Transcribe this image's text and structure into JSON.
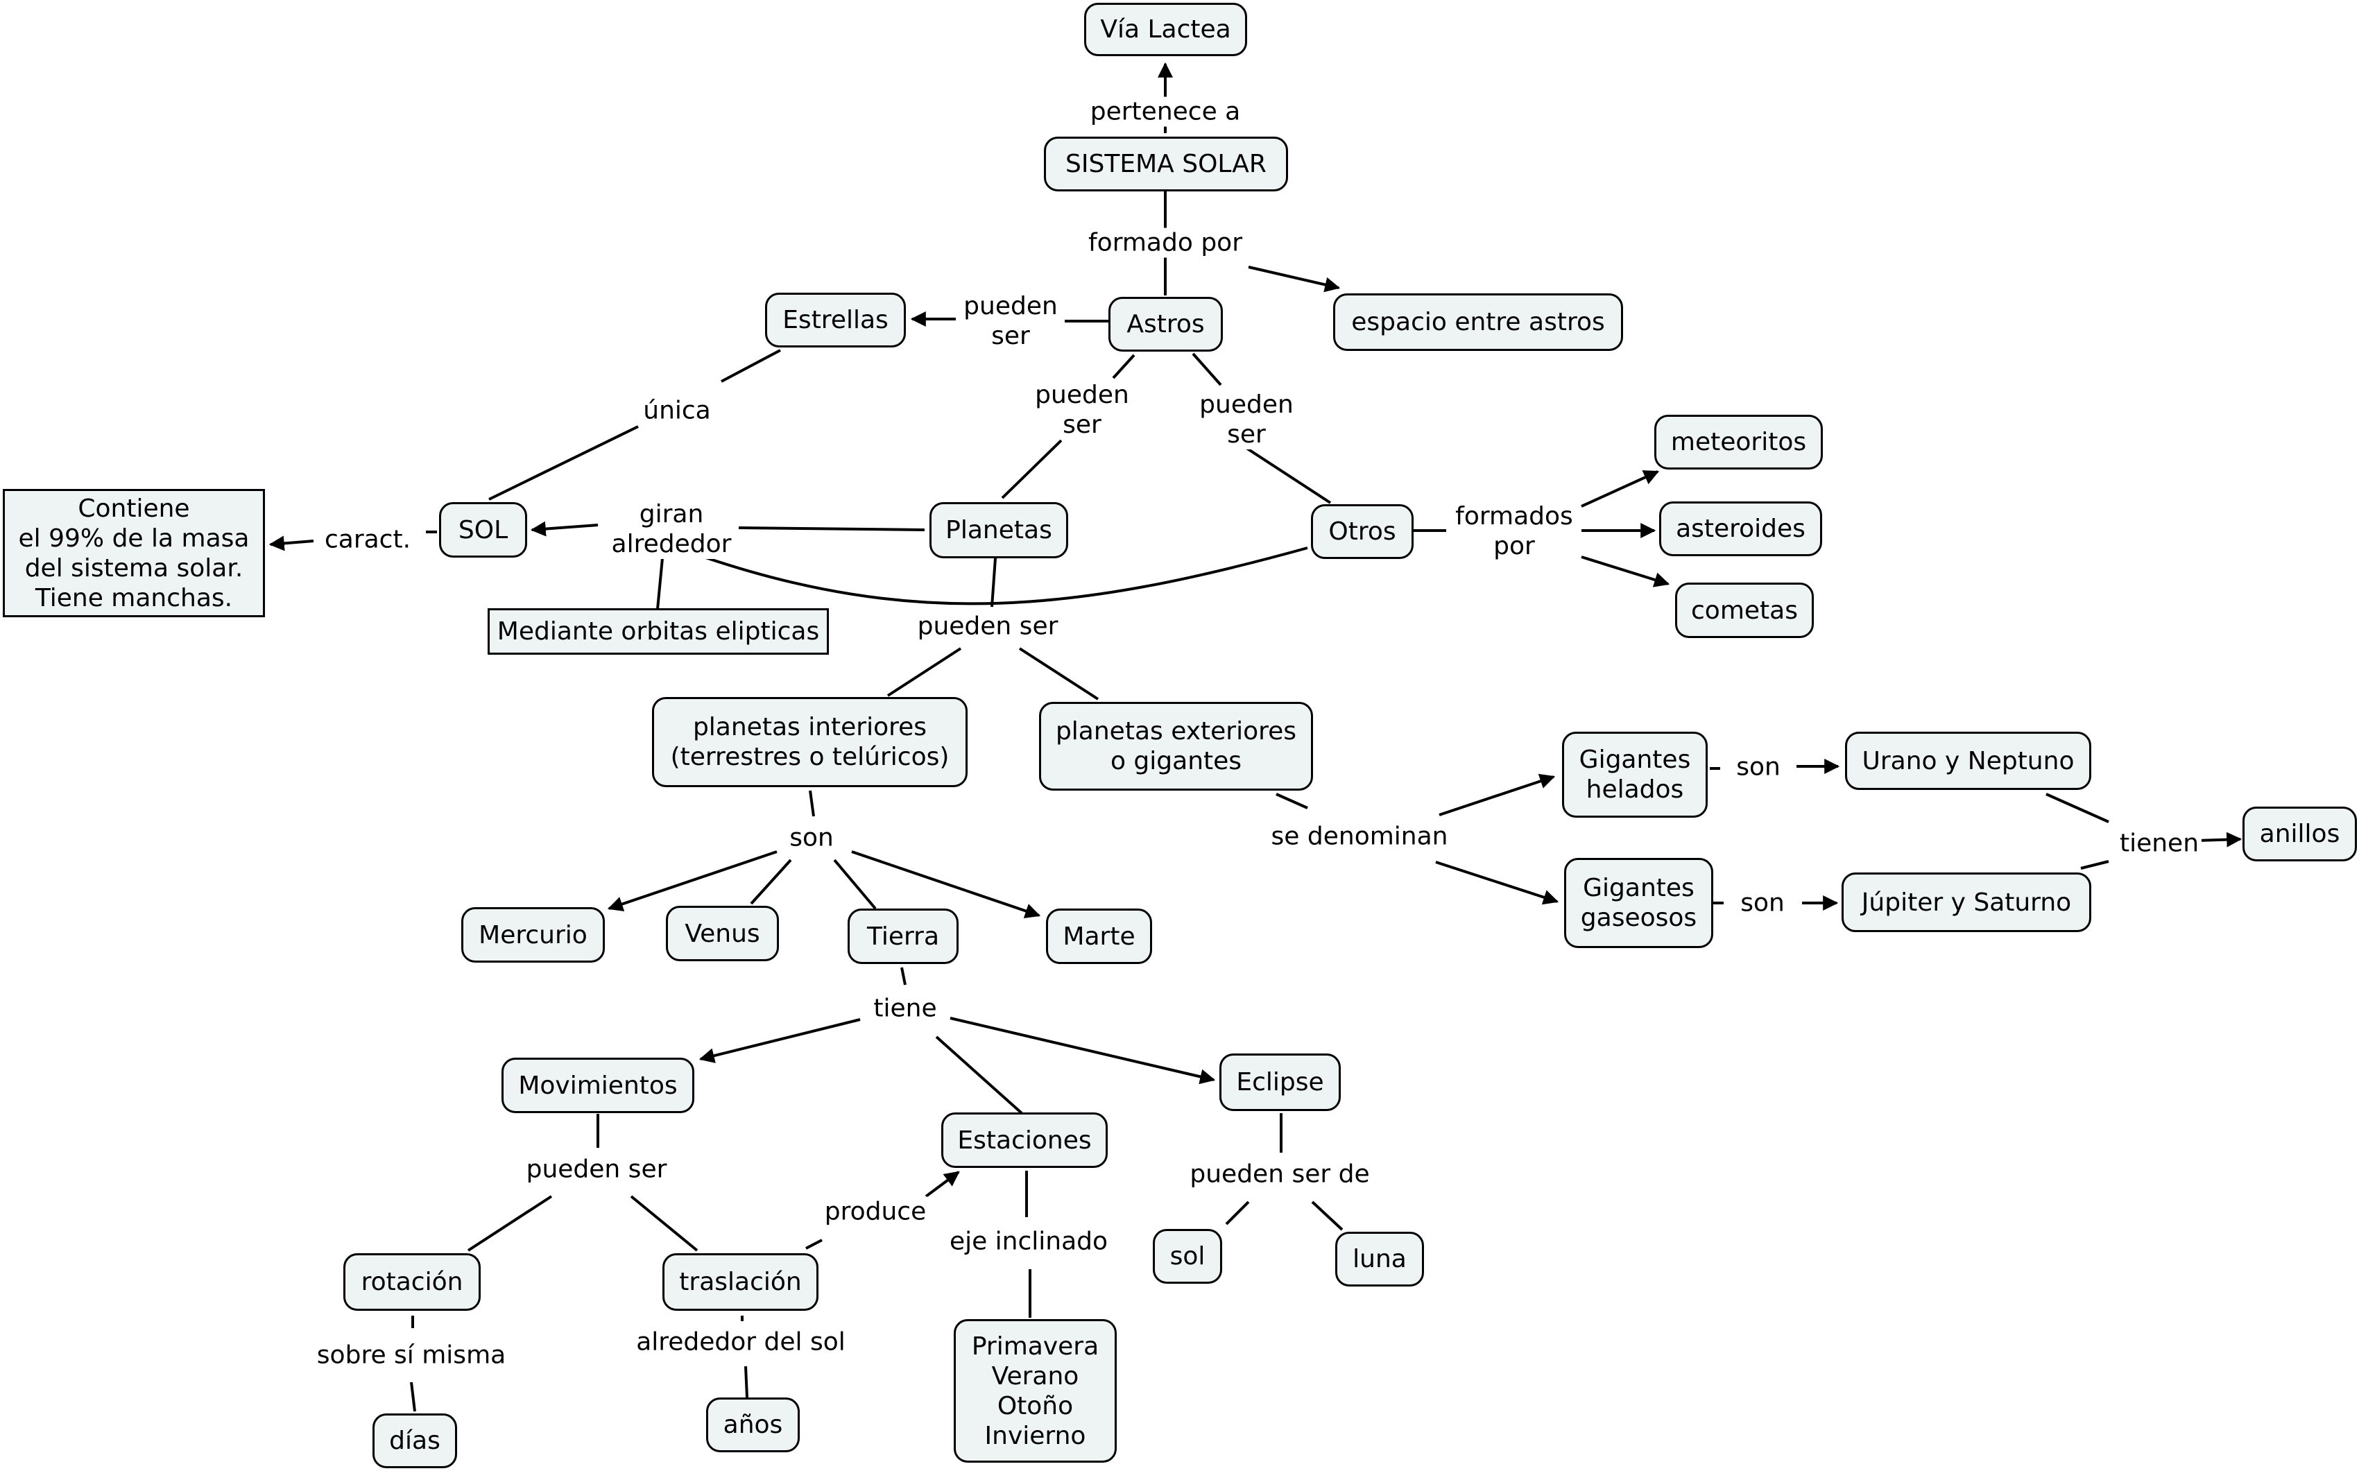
{
  "nodes": {
    "via_lactea": "Vía Lactea",
    "sistema_solar": "SISTEMA SOLAR",
    "astros": "Astros",
    "espacio": "espacio entre astros",
    "estrellas": "Estrellas",
    "sol": "SOL",
    "contiene": "Contiene\nel 99%  de la masa\n del sistema solar.\nTiene manchas.",
    "orbitas": "Mediante orbitas elipticas",
    "planetas": "Planetas",
    "otros": "Otros",
    "meteoritos": "meteoritos",
    "asteroides": "asteroides",
    "cometas": "cometas",
    "interiores": "planetas interiores\n(terrestres o telúricos)",
    "exteriores": "planetas exteriores\no gigantes",
    "gig_helados": "Gigantes\n helados",
    "gig_gaseosos": "Gigantes\ngaseosos",
    "urano": "Urano y Neptuno",
    "jupiter": "Júpiter y Saturno",
    "anillos": "anillos",
    "mercurio": "Mercurio",
    "venus": "Venus",
    "tierra": "Tierra",
    "marte": "Marte",
    "movimientos": "Movimientos",
    "estaciones": "Estaciones",
    "eclipse": "Eclipse",
    "rotacion": "rotación",
    "traslacion": "traslación",
    "dias": "días",
    "anos": "años",
    "estaciones_lista": "Primavera\nVerano\nOtoño\nInvierno",
    "sol2": "sol",
    "luna": "luna"
  },
  "links": {
    "pertenece": "pertenece a",
    "formado": "formado por",
    "pueden_estrellas": "pueden\nser",
    "unica": "única",
    "caract": "caract.",
    "giran": "giran\nalrededor",
    "pueden_planetas": "pueden\nser",
    "pueden_otros": "pueden\nser",
    "formados": "formados\npor",
    "pueden_ser": "pueden ser",
    "son_interiores": "son",
    "se_denominan": "se denominan",
    "son_helados": "son",
    "son_gaseosos": "son",
    "tienen": "tienen",
    "tiene": "tiene",
    "pueden_mov": "pueden ser",
    "produce": "produce",
    "eje": "eje inclinado",
    "pueden_eclipse": "pueden ser de",
    "sobre": "sobre sí misma",
    "alrededor_sol": "alrededor del sol"
  }
}
